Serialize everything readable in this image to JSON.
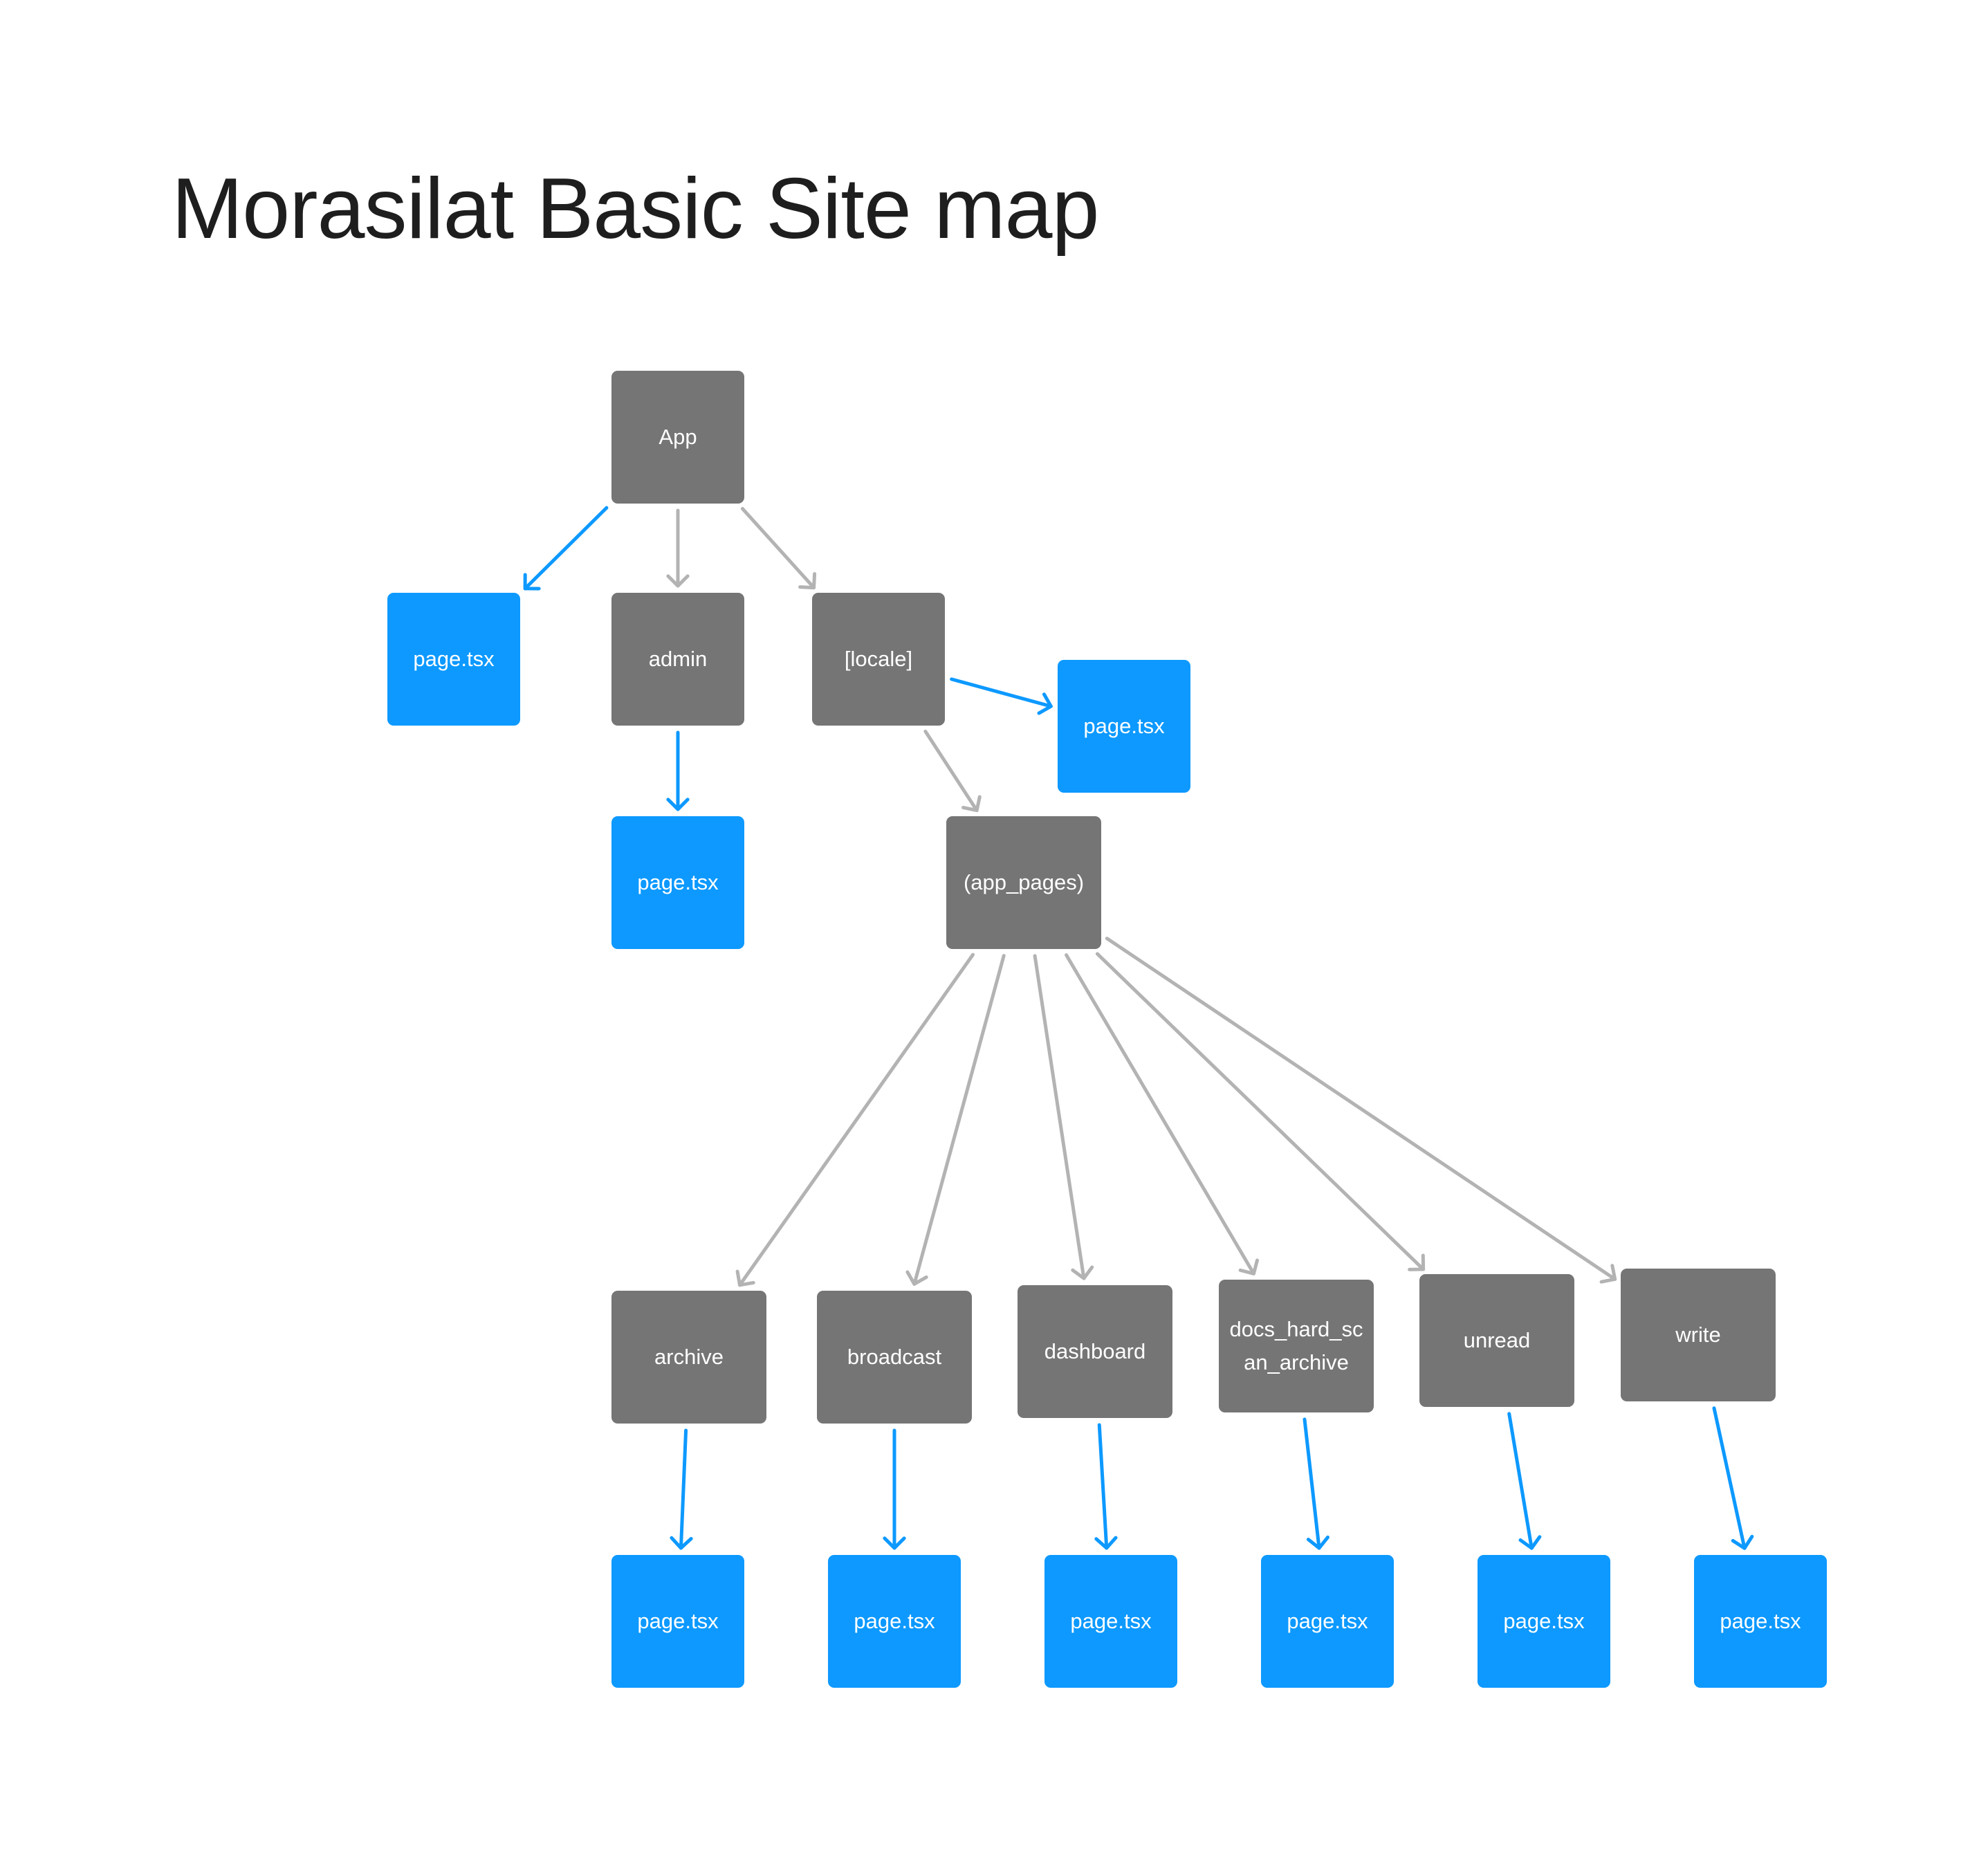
{
  "title": "Morasilat Basic Site map",
  "colors": {
    "folder": "#757575",
    "page": "#0d99ff",
    "edge_structure": "#b3b3b3",
    "edge_page": "#0d99ff",
    "text": "#ffffff",
    "title": "#1e1e1e"
  },
  "nodes": {
    "app": "App",
    "root_page": "page.tsx",
    "admin": "admin",
    "locale": "[locale]",
    "admin_page": "page.tsx",
    "locale_page": "page.tsx",
    "app_pages": "(app_pages)",
    "archive": "archive",
    "broadcast": "broadcast",
    "dashboard": "dashboard",
    "docs_hard_scan_archive": "docs_hard_scan_archive",
    "unread": "unread",
    "write": "write",
    "archive_page": "page.tsx",
    "broadcast_page": "page.tsx",
    "dashboard_page": "page.tsx",
    "docs_page": "page.tsx",
    "unread_page": "page.tsx",
    "write_page": "page.tsx"
  },
  "edges": [
    {
      "from": "app",
      "to": "root_page",
      "kind": "page"
    },
    {
      "from": "app",
      "to": "admin",
      "kind": "structure"
    },
    {
      "from": "app",
      "to": "locale",
      "kind": "structure"
    },
    {
      "from": "admin",
      "to": "admin_page",
      "kind": "page"
    },
    {
      "from": "locale",
      "to": "locale_page",
      "kind": "page"
    },
    {
      "from": "locale",
      "to": "app_pages",
      "kind": "structure"
    },
    {
      "from": "app_pages",
      "to": "archive",
      "kind": "structure"
    },
    {
      "from": "app_pages",
      "to": "broadcast",
      "kind": "structure"
    },
    {
      "from": "app_pages",
      "to": "dashboard",
      "kind": "structure"
    },
    {
      "from": "app_pages",
      "to": "docs_hard_scan_archive",
      "kind": "structure"
    },
    {
      "from": "app_pages",
      "to": "unread",
      "kind": "structure"
    },
    {
      "from": "app_pages",
      "to": "write",
      "kind": "structure"
    },
    {
      "from": "archive",
      "to": "archive_page",
      "kind": "page"
    },
    {
      "from": "broadcast",
      "to": "broadcast_page",
      "kind": "page"
    },
    {
      "from": "dashboard",
      "to": "dashboard_page",
      "kind": "page"
    },
    {
      "from": "docs_hard_scan_archive",
      "to": "docs_page",
      "kind": "page"
    },
    {
      "from": "unread",
      "to": "unread_page",
      "kind": "page"
    },
    {
      "from": "write",
      "to": "write_page",
      "kind": "page"
    }
  ]
}
